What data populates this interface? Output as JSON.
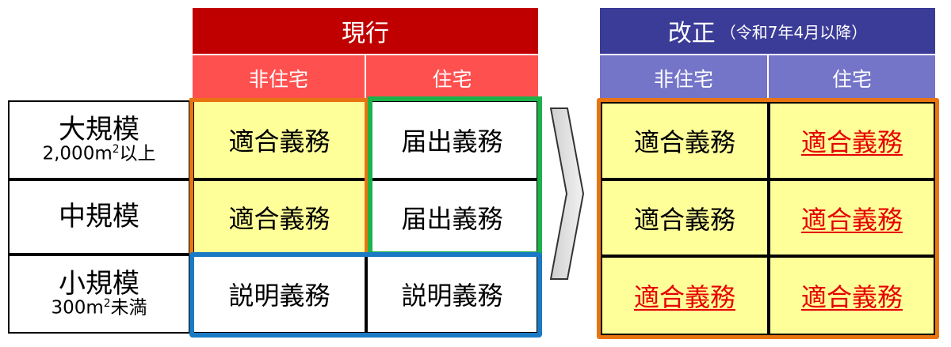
{
  "current": {
    "title": "現行",
    "col_nonres": "非住宅",
    "col_res": "住宅"
  },
  "revised": {
    "title": "改正",
    "note": "（令和7年4月以降）",
    "col_nonres": "非住宅",
    "col_res": "住宅"
  },
  "rows": [
    {
      "name": "大規模",
      "size_prefix": "2,000m",
      "size_sup": "2",
      "size_suffix": "以上"
    },
    {
      "name": "中規模"
    },
    {
      "name": "小規模",
      "size_prefix": "300m",
      "size_sup": "2",
      "size_suffix": "未満"
    }
  ],
  "current_cells": [
    [
      "適合義務",
      "届出義務"
    ],
    [
      "適合義務",
      "届出義務"
    ],
    [
      "説明義務",
      "説明義務"
    ]
  ],
  "revised_cells": [
    [
      "適合義務",
      "適合義務"
    ],
    [
      "適合義務",
      "適合義務"
    ],
    [
      "適合義務",
      "適合義務"
    ]
  ],
  "revised_changed": [
    [
      false,
      true
    ],
    [
      false,
      true
    ],
    [
      true,
      true
    ]
  ],
  "colors": {
    "current_header": "#c00000",
    "current_subheader": "#ff5050",
    "revised_header": "#3b3b98",
    "revised_subheader": "#7474c8",
    "compliance_fill": "#ffff99",
    "frame_orange": "#e87511",
    "frame_green": "#1db34a",
    "frame_blue": "#1a7ac4",
    "changed_text": "#e60000"
  }
}
